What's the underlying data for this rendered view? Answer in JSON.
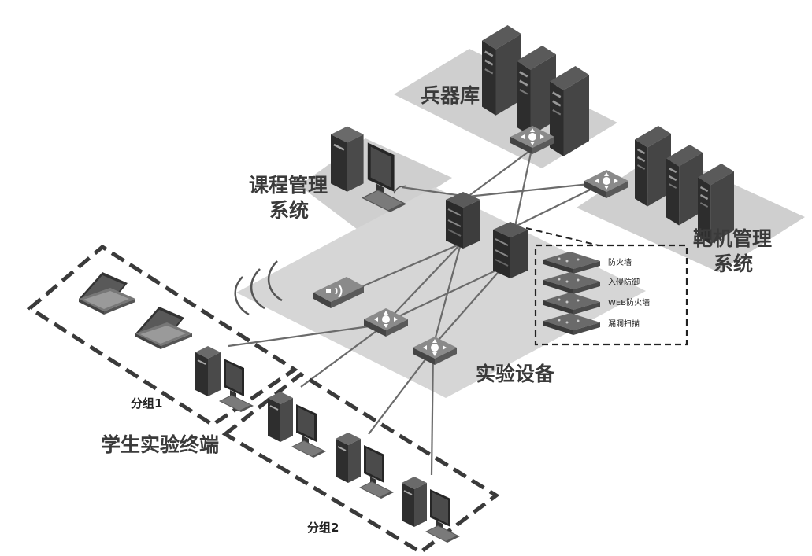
{
  "zones": {
    "arsenal": "兵器库",
    "course_mgmt": [
      "课程管理",
      "系统"
    ],
    "target_mgmt": [
      "靶机管理",
      "系统"
    ],
    "lab_equipment": "实验设备",
    "student_terminals": "学生实验终端"
  },
  "groups": {
    "group1": "分组1",
    "group2": "分组2"
  },
  "security_devices": [
    "防火墙",
    "入侵防御",
    "WEB防火墙",
    "漏洞扫描"
  ],
  "colors": {
    "platform_gray": "#cfcfcf",
    "equipment_dark": "#2f2f2f",
    "link_gray": "#6b6b6b",
    "dashed_border": "#3a3a3a"
  }
}
